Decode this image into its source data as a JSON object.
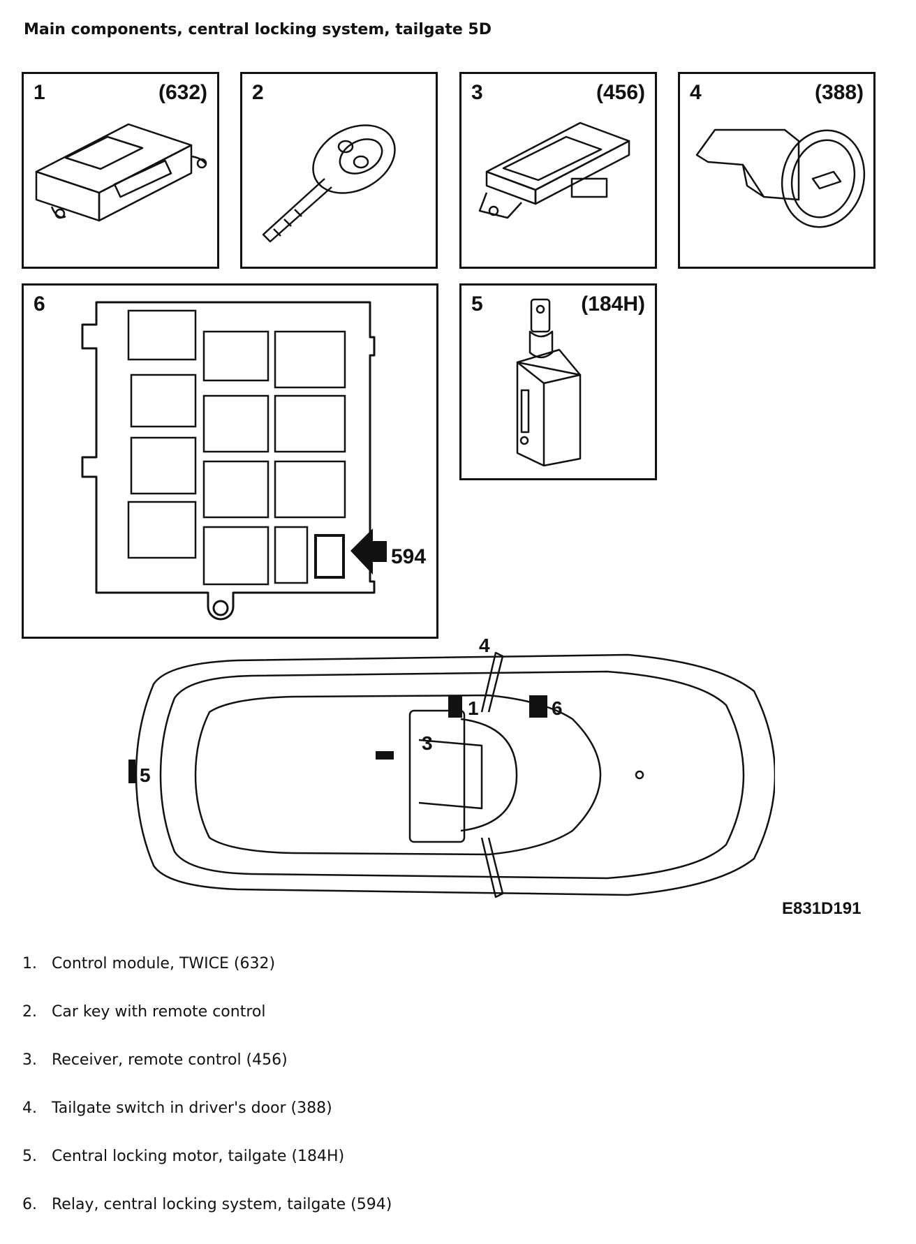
{
  "title": "Main components, central locking system, tailgate 5D",
  "panels": [
    {
      "number": "1",
      "code": "(632)"
    },
    {
      "number": "2",
      "code": ""
    },
    {
      "number": "3",
      "code": "(456)"
    },
    {
      "number": "4",
      "code": "(388)"
    },
    {
      "number": "6",
      "code": ""
    },
    {
      "number": "5",
      "code": "(184H)"
    }
  ],
  "relay_callout": "594",
  "car_markers": {
    "m1": "1",
    "m3": "3",
    "m4": "4",
    "m5": "5",
    "m6": "6"
  },
  "figure_id": "E831D191",
  "legend": [
    {
      "n": "1.",
      "text": "Control module, TWICE (632)"
    },
    {
      "n": "2.",
      "text": "Car key with remote control"
    },
    {
      "n": "3.",
      "text": "Receiver, remote control (456)"
    },
    {
      "n": "4.",
      "text": "Tailgate switch in driver's door (388)"
    },
    {
      "n": "5.",
      "text": "Central locking motor, tailgate (184H)"
    },
    {
      "n": "6.",
      "text": "Relay, central locking system, tailgate (594)"
    }
  ]
}
